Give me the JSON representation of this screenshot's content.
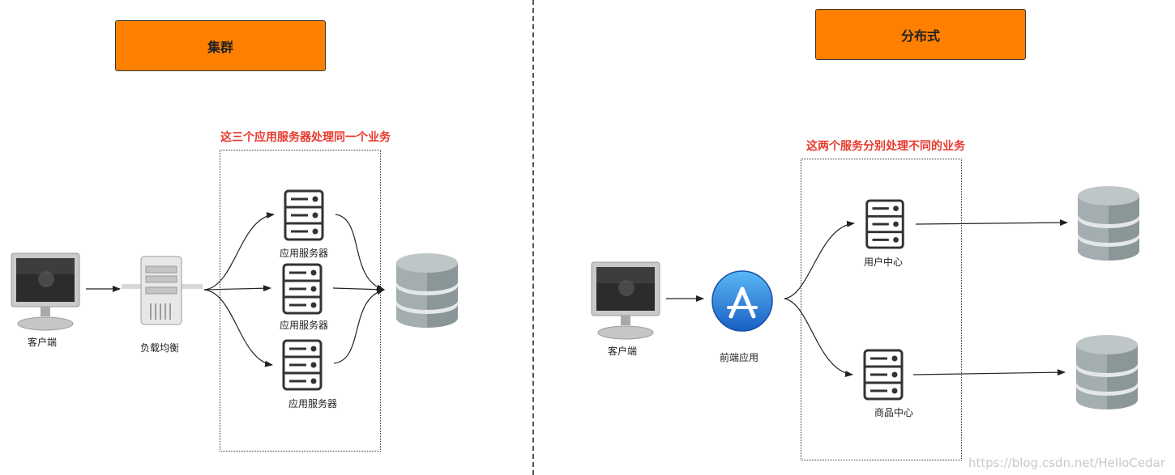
{
  "cluster": {
    "title": "集群",
    "note": "这三个应用服务器处理同一个业务",
    "client_label": "客户端",
    "lb_label": "负载均衡",
    "server_labels": [
      "应用服务器",
      "应用服务器",
      "应用服务器"
    ]
  },
  "distributed": {
    "title": "分布式",
    "note": "这两个服务分别处理不同的业务",
    "client_label": "客户端",
    "frontend_label": "前端应用",
    "service_labels": [
      "用户中心",
      "商品中心"
    ]
  },
  "watermark": "https://blog.csdn.net/HelloCedar",
  "colors": {
    "header": "#ff8000",
    "note": "#e83a2e",
    "appstore": "#2f80d8"
  }
}
